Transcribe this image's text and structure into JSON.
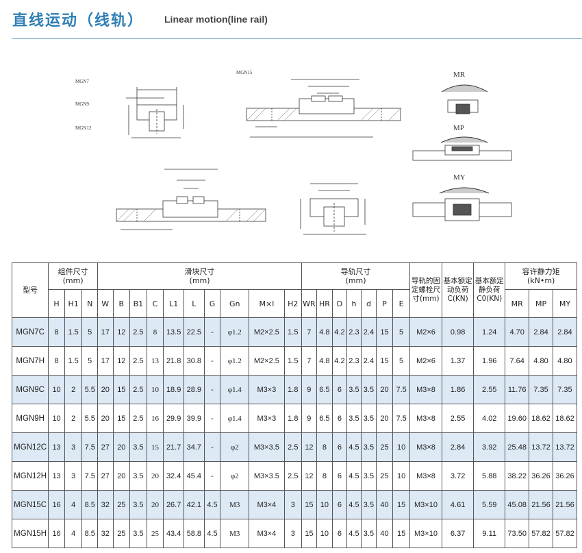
{
  "header": {
    "title_cn": "直线运动（线轨）",
    "title_en": "Linear motion(line rail)"
  },
  "drawings": {
    "profile_labels": [
      "MGN7",
      "MGN9",
      "MGN12"
    ],
    "mgn15_label": "MGN15",
    "moment_labels": [
      "MR",
      "MP",
      "MY"
    ]
  },
  "table": {
    "model_header": "型号",
    "groups": {
      "assembly": "组件尺寸\n(mm)",
      "block": "滑块尺寸\n(mm)",
      "rail": "导轨尺寸\n(mm)",
      "bolt": "导轨的固定螺栓尺寸(mm)",
      "dyn": "基本额定动负荷C(KN)",
      "stat": "基本额定静负荷C0(KN)",
      "moment": "容许静力矩\n(kN•m)"
    },
    "sub_headers": {
      "assembly": [
        "H",
        "H1",
        "N"
      ],
      "block": [
        "W",
        "B",
        "B1",
        "C",
        "L1",
        "L",
        "G",
        "Gn",
        "M×l",
        "H2"
      ],
      "rail": [
        "WR",
        "HR",
        "D",
        "h",
        "d",
        "P",
        "E"
      ],
      "moment": [
        "MR",
        "MP",
        "MY"
      ]
    },
    "rows": [
      [
        "MGN7C",
        "8",
        "1.5",
        "5",
        "17",
        "12",
        "2.5",
        "8",
        "13.5",
        "22.5",
        "-",
        "φ1.2",
        "M2×2.5",
        "1.5",
        "7",
        "4.8",
        "4.2",
        "2.3",
        "2.4",
        "15",
        "5",
        "M2×6",
        "0.98",
        "1.24",
        "4.70",
        "2.84",
        "2.84"
      ],
      [
        "MGN7H",
        "8",
        "1.5",
        "5",
        "17",
        "12",
        "2.5",
        "13",
        "21.8",
        "30.8",
        "-",
        "φ1.2",
        "M2×2.5",
        "1.5",
        "7",
        "4.8",
        "4.2",
        "2.3",
        "2.4",
        "15",
        "5",
        "M2×6",
        "1.37",
        "1.96",
        "7.64",
        "4.80",
        "4.80"
      ],
      [
        "MGN9C",
        "10",
        "2",
        "5.5",
        "20",
        "15",
        "2.5",
        "10",
        "18.9",
        "28.9",
        "-",
        "φ1.4",
        "M3×3",
        "1.8",
        "9",
        "6.5",
        "6",
        "3.5",
        "3.5",
        "20",
        "7.5",
        "M3×8",
        "1.86",
        "2.55",
        "11.76",
        "7.35",
        "7.35"
      ],
      [
        "MGN9H",
        "10",
        "2",
        "5.5",
        "20",
        "15",
        "2.5",
        "16",
        "29.9",
        "39.9",
        "-",
        "φ1.4",
        "M3×3",
        "1.8",
        "9",
        "6.5",
        "6",
        "3.5",
        "3.5",
        "20",
        "7.5",
        "M3×8",
        "2.55",
        "4.02",
        "19.60",
        "18.62",
        "18.62"
      ],
      [
        "MGN12C",
        "13",
        "3",
        "7.5",
        "27",
        "20",
        "3.5",
        "15",
        "21.7",
        "34.7",
        "-",
        "φ2",
        "M3×3.5",
        "2.5",
        "12",
        "8",
        "6",
        "4.5",
        "3.5",
        "25",
        "10",
        "M3×8",
        "2.84",
        "3.92",
        "25.48",
        "13.72",
        "13.72"
      ],
      [
        "MGN12H",
        "13",
        "3",
        "7.5",
        "27",
        "20",
        "3.5",
        "20",
        "32.4",
        "45.4",
        "-",
        "φ2",
        "M3×3.5",
        "2.5",
        "12",
        "8",
        "6",
        "4.5",
        "3.5",
        "25",
        "10",
        "M3×8",
        "3.72",
        "5.88",
        "38.22",
        "36.26",
        "36.26"
      ],
      [
        "MGN15C",
        "16",
        "4",
        "8.5",
        "32",
        "25",
        "3.5",
        "20",
        "26.7",
        "42.1",
        "4.5",
        "M3",
        "M3×4",
        "3",
        "15",
        "10",
        "6",
        "4.5",
        "3.5",
        "40",
        "15",
        "M3×10",
        "4.61",
        "5.59",
        "45.08",
        "21.56",
        "21.56"
      ],
      [
        "MGN15H",
        "16",
        "4",
        "8.5",
        "32",
        "25",
        "3.5",
        "25",
        "43.4",
        "58.8",
        "4.5",
        "M3",
        "M3×4",
        "3",
        "15",
        "10",
        "6",
        "4.5",
        "3.5",
        "40",
        "15",
        "M3×10",
        "6.37",
        "9.11",
        "73.50",
        "57.82",
        "57.82"
      ]
    ]
  }
}
